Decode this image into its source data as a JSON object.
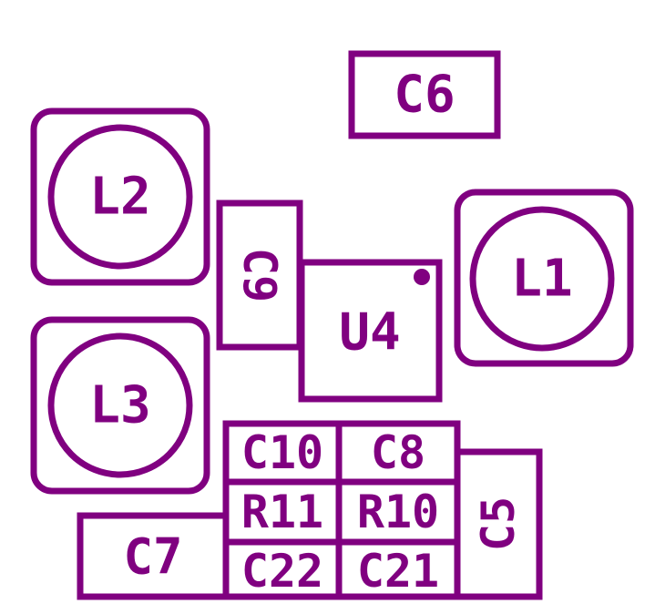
{
  "silkscreen_color": "#800080",
  "background_color": "#ffffff",
  "components": {
    "C6": "C6",
    "L2": "L2",
    "L1": "L1",
    "L3": "L3",
    "C9": "C9",
    "U4": "U4",
    "C10": "C10",
    "C8": "C8",
    "R11": "R11",
    "R10": "R10",
    "C22": "C22",
    "C21": "C21",
    "C5": "C5",
    "C7": "C7"
  }
}
